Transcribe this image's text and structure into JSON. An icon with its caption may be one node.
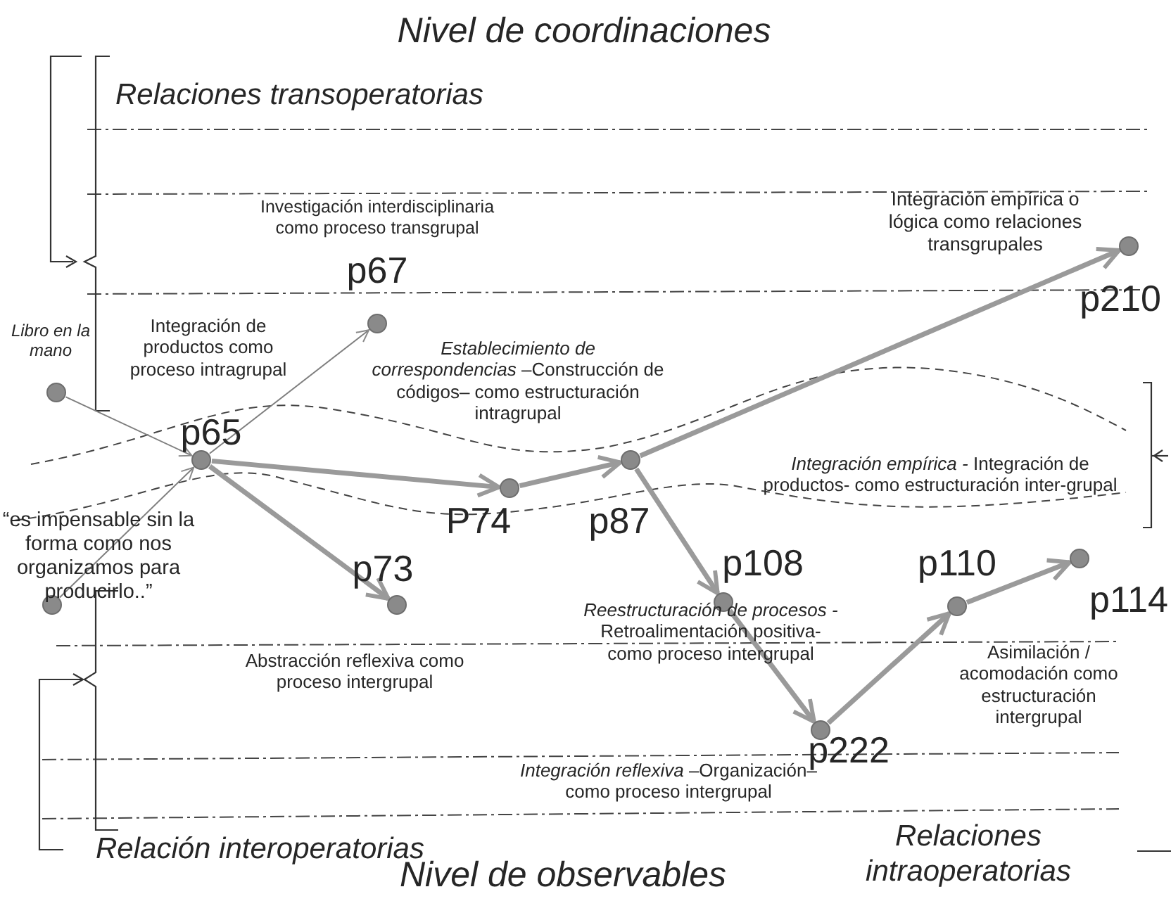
{
  "diagram": {
    "title": "Nivel de coordinaciones",
    "nodes": [
      {
        "text": [],
        "shape": "circle",
        "beside": [
          "Libro en la mano"
        ]
      },
      {
        "text": [],
        "shape": "circle",
        "beside": [
          "“es impensable sin la forma como nos organizamos para producirlo..”"
        ]
      },
      {
        "text": [],
        "shape": "circle",
        "beside": [
          "p65"
        ]
      },
      {
        "text": [],
        "shape": "circle",
        "beside": [
          "Investigación interdisciplinaria como proceso transgrupal",
          "p67"
        ]
      },
      {
        "text": [],
        "shape": "circle",
        "beside": [
          "P74"
        ]
      },
      {
        "text": [],
        "shape": "circle",
        "beside": [
          "p73",
          "Abstracción reflexiva como proceso intergrupal"
        ]
      },
      {
        "text": [],
        "shape": "circle",
        "beside": [
          "p87"
        ]
      },
      {
        "text": [],
        "shape": "circle",
        "beside": [
          "Integración empírica o lógica como relaciones transgrupales",
          "p210"
        ]
      },
      {
        "text": [],
        "shape": "circle",
        "beside": [
          "p108"
        ]
      },
      {
        "text": [],
        "shape": "circle",
        "beside": [
          "p222"
        ]
      },
      {
        "text": [],
        "shape": "circle",
        "beside": [
          "p110"
        ]
      },
      {
        "text": [],
        "shape": "circle",
        "beside": [
          "p114",
          "Asimilación / acomodación como estructuración intergrupal"
        ]
      }
    ],
    "edges": [
      {
        "from": 0,
        "to": 2,
        "arrow": "to",
        "color": "#7f7f7f"
      },
      {
        "from": 1,
        "to": 2,
        "arrow": "to",
        "color": "#7f7f7f"
      },
      {
        "from": 2,
        "to": 3,
        "arrow": "to",
        "color": "#7f7f7f"
      },
      {
        "from": 2,
        "to": 4,
        "arrow": "to"
      },
      {
        "from": 2,
        "to": 5,
        "arrow": "to"
      },
      {
        "from": 4,
        "to": 6,
        "arrow": "to"
      },
      {
        "from": 6,
        "to": 7,
        "arrow": "to"
      },
      {
        "from": 6,
        "to": 8,
        "arrow": "to"
      },
      {
        "from": 8,
        "to": 9,
        "arrow": "to"
      },
      {
        "from": 9,
        "to": 10,
        "arrow": "to"
      },
      {
        "from": 10,
        "to": 11,
        "arrow": "to"
      }
    ],
    "labels": [
      "Relaciones transoperatorias",
      "Integración de productos como proceso intragrupal",
      "*Establecimiento de correspondencias* –Construcción de códigos– como estructuración intragrupal",
      "*Integración empírica -* Integración de productos- como estructuración inter-grupal",
      "*Reestructuración de procesos -* Retroalimentación positiva- como proceso intergrupal",
      "*Integración reflexiva* –Organización– como proceso intergrupal",
      "Relación interoperatorias",
      "Relaciones intraoperatorias",
      "Nivel de observables"
    ]
  }
}
